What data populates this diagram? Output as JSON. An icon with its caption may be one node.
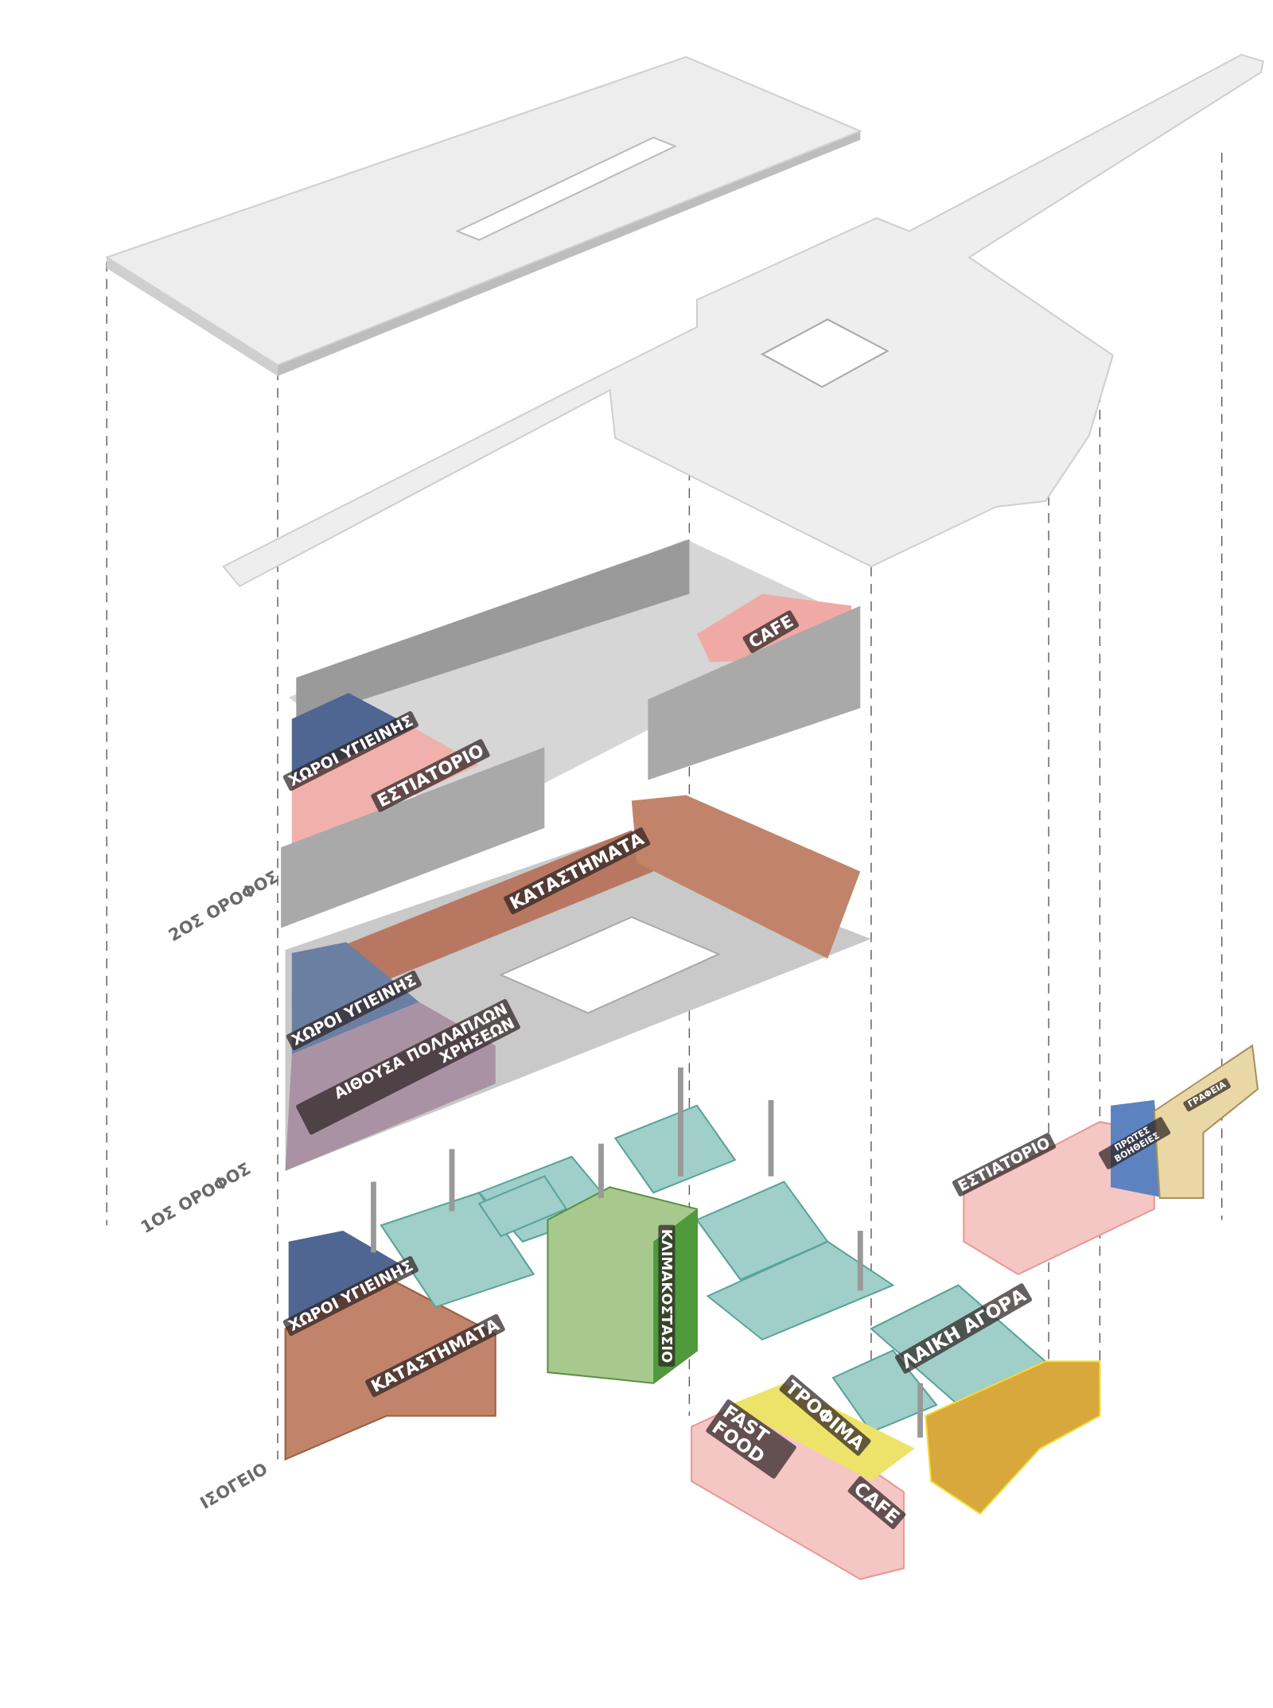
{
  "diagram": {
    "labels": [
      "CAFE",
      "ΧΩΡΟΙ ΥΓΙΕΙΝΗΣ",
      "ΕΣΤΙΑΤΟΡΙΟ",
      "ΚΑΤΑΣΤΗΜΑΤΑ",
      "2ΟΣ ΟΡΟΦΟΣ",
      "ΧΩΡΟΙ ΥΓΙΕΙΝΗΣ",
      "ΑΙΘΟΥΣΑ ΠΟΛΛΑΠΛΩΝ ΧΡΗΣΕΩΝ",
      "ΓΡΑΦΕΙΑ",
      "ΠΡΩΤΕΣ ΒΟΗΘΕΙΕΣ",
      "ΕΣΤΙΑΤΟΡΙΟ",
      "1ΟΣ ΟΡΟΦΟΣ",
      "ΚΛΙΜΑΚΟΣΤΑΣΙΟ",
      "ΧΩΡΟΙ ΥΓΙΕΙΝΗΣ",
      "ΚΑΤΑΣΤΗΜΑΤΑ",
      "ΛΑΙΚΗ ΑΓΟΡΑ",
      "ΤΡΟΦΙΜΑ",
      "FAST FOOD",
      "CAFE",
      "ΙΣΟΓΕΙΟ"
    ]
  }
}
